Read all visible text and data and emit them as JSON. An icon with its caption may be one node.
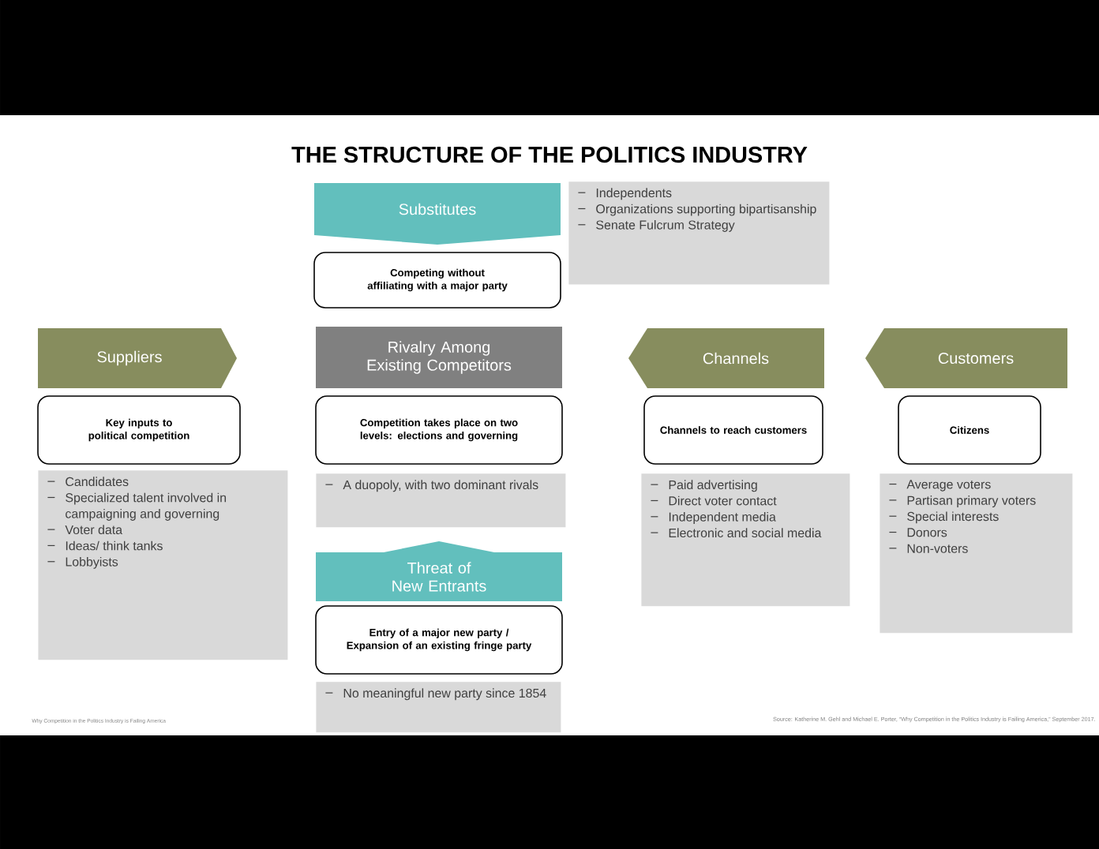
{
  "diagram": {
    "title": "THE STRUCTURE OF THE POLITICS INDUSTRY",
    "nodes": [
      {
        "text": [
          "Substitutes"
        ]
      },
      {
        "text": [
          "Competing without affiliating with a major party"
        ]
      },
      {
        "text": [
          "Independents",
          "Organizations supporting bipartisanship",
          "Senate Fulcrum Strategy"
        ]
      },
      {
        "text": [
          "Suppliers"
        ]
      },
      {
        "text": [
          "Key inputs to political competition"
        ]
      },
      {
        "text": [
          "Candidates",
          "Specialized talent involved in campaigning and governing",
          "Voter data",
          "Ideas/ think tanks",
          "Lobbyists"
        ]
      },
      {
        "text": [
          "Rivalry Among Existing Competitors"
        ]
      },
      {
        "text": [
          "Competition takes place on two levels: elections and governing"
        ]
      },
      {
        "text": [
          "A duopoly, with two dominant rivals"
        ]
      },
      {
        "text": [
          "Threat of New Entrants"
        ]
      },
      {
        "text": [
          "Entry of a major new party / Expansion of an existing fringe party"
        ]
      },
      {
        "text": [
          "No meaningful new party since 1854"
        ]
      },
      {
        "text": [
          "Channels"
        ]
      },
      {
        "text": [
          "Channels to reach customers"
        ]
      },
      {
        "text": [
          "Paid advertising",
          "Direct voter contact",
          "Independent media",
          "Electronic and social media"
        ]
      },
      {
        "text": [
          "Customers"
        ]
      },
      {
        "text": [
          "Citizens"
        ]
      },
      {
        "text": [
          "Average voters",
          "Partisan primary voters",
          "Special interests",
          "Donors",
          "Non-voters"
        ]
      }
    ],
    "labels": [
      "Why Competition in the Politics Industry is Failing America",
      "Source: Katherine M. Gehl and Michael E. Porter, “Why Competition in the Politics Industry is Failing America,” September 2017."
    ]
  }
}
